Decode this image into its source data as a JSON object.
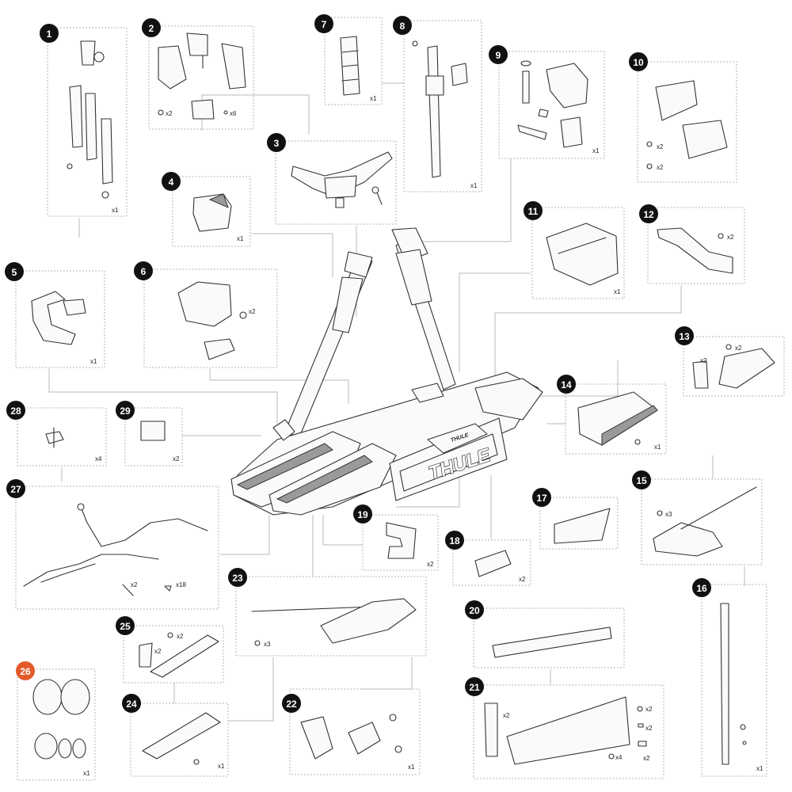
{
  "brand": {
    "name": "THULE",
    "name_small": "THULE"
  },
  "highlight_color": "#e35a2b",
  "parts": [
    {
      "num": "1",
      "qty": [
        "x1"
      ]
    },
    {
      "num": "2",
      "qty": [
        "x2",
        "x6"
      ]
    },
    {
      "num": "3",
      "qty": []
    },
    {
      "num": "4",
      "qty": [
        "x1"
      ]
    },
    {
      "num": "5",
      "qty": [
        "x1"
      ]
    },
    {
      "num": "6",
      "qty": [
        "x2"
      ]
    },
    {
      "num": "7",
      "qty": [
        "x1"
      ]
    },
    {
      "num": "8",
      "qty": [
        "x1"
      ]
    },
    {
      "num": "9",
      "qty": [
        "x1"
      ]
    },
    {
      "num": "10",
      "qty": [
        "x2",
        "x2"
      ]
    },
    {
      "num": "11",
      "qty": [
        "x1"
      ]
    },
    {
      "num": "12",
      "qty": [
        "x2"
      ]
    },
    {
      "num": "13",
      "qty": [
        "x2",
        "x2"
      ]
    },
    {
      "num": "14",
      "qty": [
        "x1"
      ]
    },
    {
      "num": "15",
      "qty": [
        "x3"
      ]
    },
    {
      "num": "16",
      "qty": [
        "x1"
      ]
    },
    {
      "num": "17",
      "qty": []
    },
    {
      "num": "18",
      "qty": [
        "x2"
      ]
    },
    {
      "num": "19",
      "qty": [
        "x2"
      ]
    },
    {
      "num": "20",
      "qty": []
    },
    {
      "num": "21",
      "qty": [
        "x2",
        "x2",
        "x2",
        "x4",
        "x2"
      ]
    },
    {
      "num": "22",
      "qty": [
        "x1"
      ]
    },
    {
      "num": "23",
      "qty": [
        "x3"
      ]
    },
    {
      "num": "24",
      "qty": [
        "x1"
      ]
    },
    {
      "num": "25",
      "qty": [
        "x2",
        "x2"
      ]
    },
    {
      "num": "26",
      "qty": [
        "x1"
      ]
    },
    {
      "num": "27",
      "qty": [
        "x2",
        "x18"
      ]
    },
    {
      "num": "28",
      "qty": [
        "x4"
      ]
    },
    {
      "num": "29",
      "qty": [
        "x2"
      ]
    }
  ]
}
